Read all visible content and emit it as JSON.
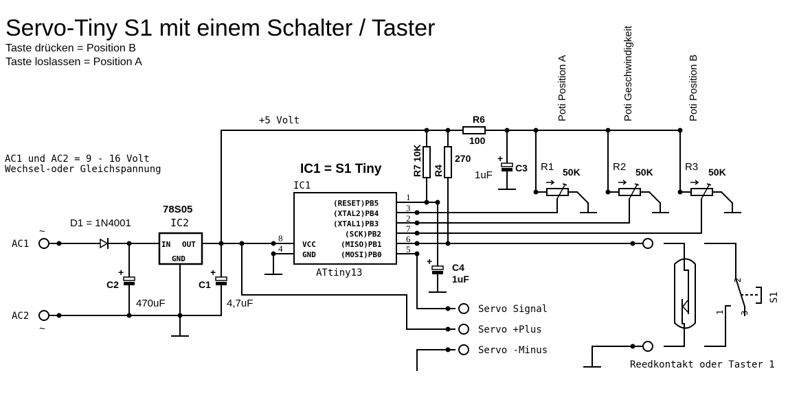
{
  "title": "Servo-Tiny S1 mit einem Schalter / Taster",
  "notes": {
    "line1": "Taste drücken = Position B",
    "line2": "Taste loslassen = Position A",
    "supply1": "AC1 und AC2 = 9 - 16 Volt",
    "supply2": "Wechsel-oder Gleichspannung"
  },
  "rail_label": "+5 Volt",
  "inputs": {
    "ac1": "AC1",
    "ac2": "AC2",
    "tilde": "~"
  },
  "diode": {
    "label": "D1 = 1N4001"
  },
  "regulator": {
    "type": "78S05",
    "ref": "IC2",
    "pin_in": "IN",
    "pin_out": "OUT",
    "pin_gnd": "GND"
  },
  "capacitors": {
    "c1": {
      "ref": "C1",
      "value": "4,7uF"
    },
    "c2": {
      "ref": "C2",
      "value": "470uF"
    },
    "c3": {
      "ref": "C3",
      "value": "1uF"
    },
    "c4": {
      "ref": "C4",
      "value": "1uF"
    },
    "plus": "+"
  },
  "mcu": {
    "heading": "IC1 = S1 Tiny",
    "ref": "IC1",
    "part": "ATtiny13",
    "left_pins": [
      {
        "name": "VCC",
        "num": "8"
      },
      {
        "name": "GND",
        "num": "4"
      }
    ],
    "right_pins": [
      {
        "name": "(RESET)PB5",
        "num": "1"
      },
      {
        "name": "(XTAL2)PB4",
        "num": "3"
      },
      {
        "name": "(XTAL1)PB3",
        "num": "2"
      },
      {
        "name": "(SCK)PB2",
        "num": "7"
      },
      {
        "name": "(MISO)PB1",
        "num": "6"
      },
      {
        "name": "(MOSI)PB0",
        "num": "5"
      }
    ]
  },
  "resistors": {
    "r7": {
      "label": "R7 10K"
    },
    "r4": {
      "ref": "R4",
      "value": "270"
    },
    "r6": {
      "ref": "R6",
      "value": "100"
    }
  },
  "potis": [
    {
      "ref": "R1",
      "value": "50K",
      "caption": "Poti Position A"
    },
    {
      "ref": "R2",
      "value": "50K",
      "caption": "Poti Geschwindigkeit"
    },
    {
      "ref": "R3",
      "value": "50K",
      "caption": "Poti Position B"
    }
  ],
  "servo": {
    "signal": "Servo Signal",
    "plus": "Servo +Plus",
    "minus": "Servo -Minus"
  },
  "switch": {
    "ref": "S1",
    "pin1": "1",
    "pin2": "2",
    "pin3": "3",
    "caption": "Reedkontakt oder Taster 1"
  }
}
